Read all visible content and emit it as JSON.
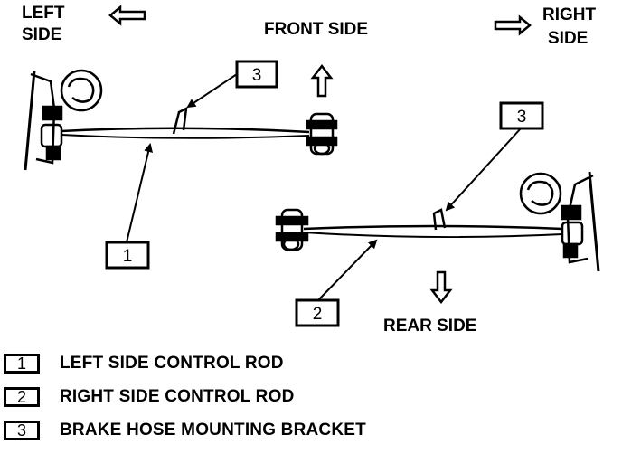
{
  "labels": {
    "left_side_line1": "LEFT",
    "left_side_line2": "SIDE",
    "right_side_line1": "RIGHT",
    "right_side_line2": "SIDE",
    "front_side": "FRONT SIDE",
    "rear_side": "REAR SIDE"
  },
  "callouts": {
    "c1": "1",
    "c2": "2",
    "c3_left": "3",
    "c3_right": "3"
  },
  "legend": [
    {
      "number": "1",
      "text": "LEFT SIDE CONTROL ROD"
    },
    {
      "number": "2",
      "text": "RIGHT SIDE CONTROL ROD"
    },
    {
      "number": "3",
      "text": "BRAKE HOSE MOUNTING BRACKET"
    }
  ]
}
